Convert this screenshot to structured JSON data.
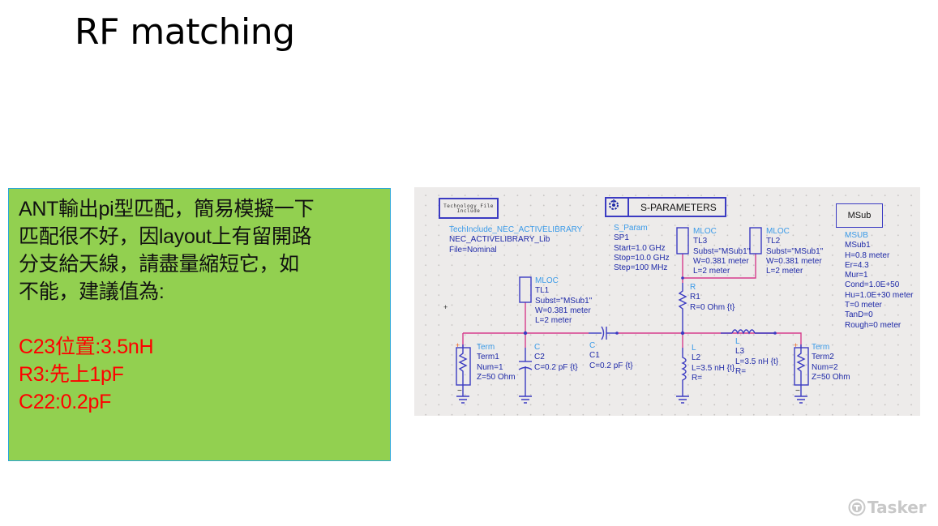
{
  "slide": {
    "title": "RF matching"
  },
  "note": {
    "lines": [
      "ANT輸出pi型匹配，簡易模擬一下",
      "匹配很不好，因layout上有留開路",
      "分支給天線，請盡量縮短它，如",
      "不能，建議值為:"
    ],
    "recommendations": [
      "C23位置:3.5nH",
      "R3:先上1pF",
      "C22:0.2pF"
    ],
    "background_color": "#92d050",
    "border_color": "#2aa7d8",
    "recommendation_color": "#ff0000"
  },
  "schematic": {
    "tech_include": {
      "box_label_line1": "Technology File",
      "box_label_line2": "Include",
      "type": "TechInclude_NEC_ACTIVELIBRARY",
      "lib": "NEC_ACTIVELIBRARY_Lib",
      "file": "File=Nominal"
    },
    "sparam": {
      "box_label": "S-PARAMETERS",
      "type": "S_Param",
      "name": "SP1",
      "start": "Start=1.0 GHz",
      "stop": "Stop=10.0 GHz",
      "step": "Step=100 MHz"
    },
    "tl3": {
      "type": "MLOC",
      "name": "TL3",
      "subst": "Subst=\"MSub1\"",
      "w": "W=0.381 meter",
      "l": "L=2 meter"
    },
    "tl2": {
      "type": "MLOC",
      "name": "TL2",
      "subst": "Subst=\"MSub1\"",
      "w": "W=0.381 meter",
      "l": "L=2 meter"
    },
    "tl1": {
      "type": "MLOC",
      "name": "TL1",
      "subst": "Subst=\"MSub1\"",
      "w": "W=0.381 meter",
      "l": "L=2 meter"
    },
    "msub": {
      "box_label": "MSub",
      "type": "MSUB",
      "name": "MSub1",
      "params": [
        "H=0.8 meter",
        "Er=4.3",
        "Mur=1",
        "Cond=1.0E+50",
        "Hu=1.0E+30 meter",
        "T=0 meter",
        "TanD=0",
        "Rough=0 meter"
      ]
    },
    "r1": {
      "type": "R",
      "name": "R1",
      "value": "R=0 Ohm {t}"
    },
    "term1": {
      "type": "Term",
      "name": "Term1",
      "num": "Num=1",
      "z": "Z=50 Ohm"
    },
    "c2": {
      "type": "C",
      "name": "C2",
      "value": "C=0.2 pF {t}"
    },
    "c1": {
      "type": "C",
      "name": "C1",
      "value": "C=0.2 pF {t}"
    },
    "l2": {
      "type": "L",
      "name": "L2",
      "value": "L=3.5 nH {t}",
      "r": "R="
    },
    "l3": {
      "type": "L",
      "name": "L3",
      "value": "L=3.5 nH {t}",
      "r": "R="
    },
    "term2": {
      "type": "Term",
      "name": "Term2",
      "num": "Num=2",
      "z": "Z=50 Ohm"
    },
    "colors": {
      "wire": "#d63c8c",
      "component": "#3b3bc2",
      "type_label": "#3a9ae8",
      "param_label": "#1f2aa8",
      "background": "#edebea"
    }
  },
  "watermark": {
    "text": "Tasker",
    "icon": "tasker-logo-icon"
  }
}
